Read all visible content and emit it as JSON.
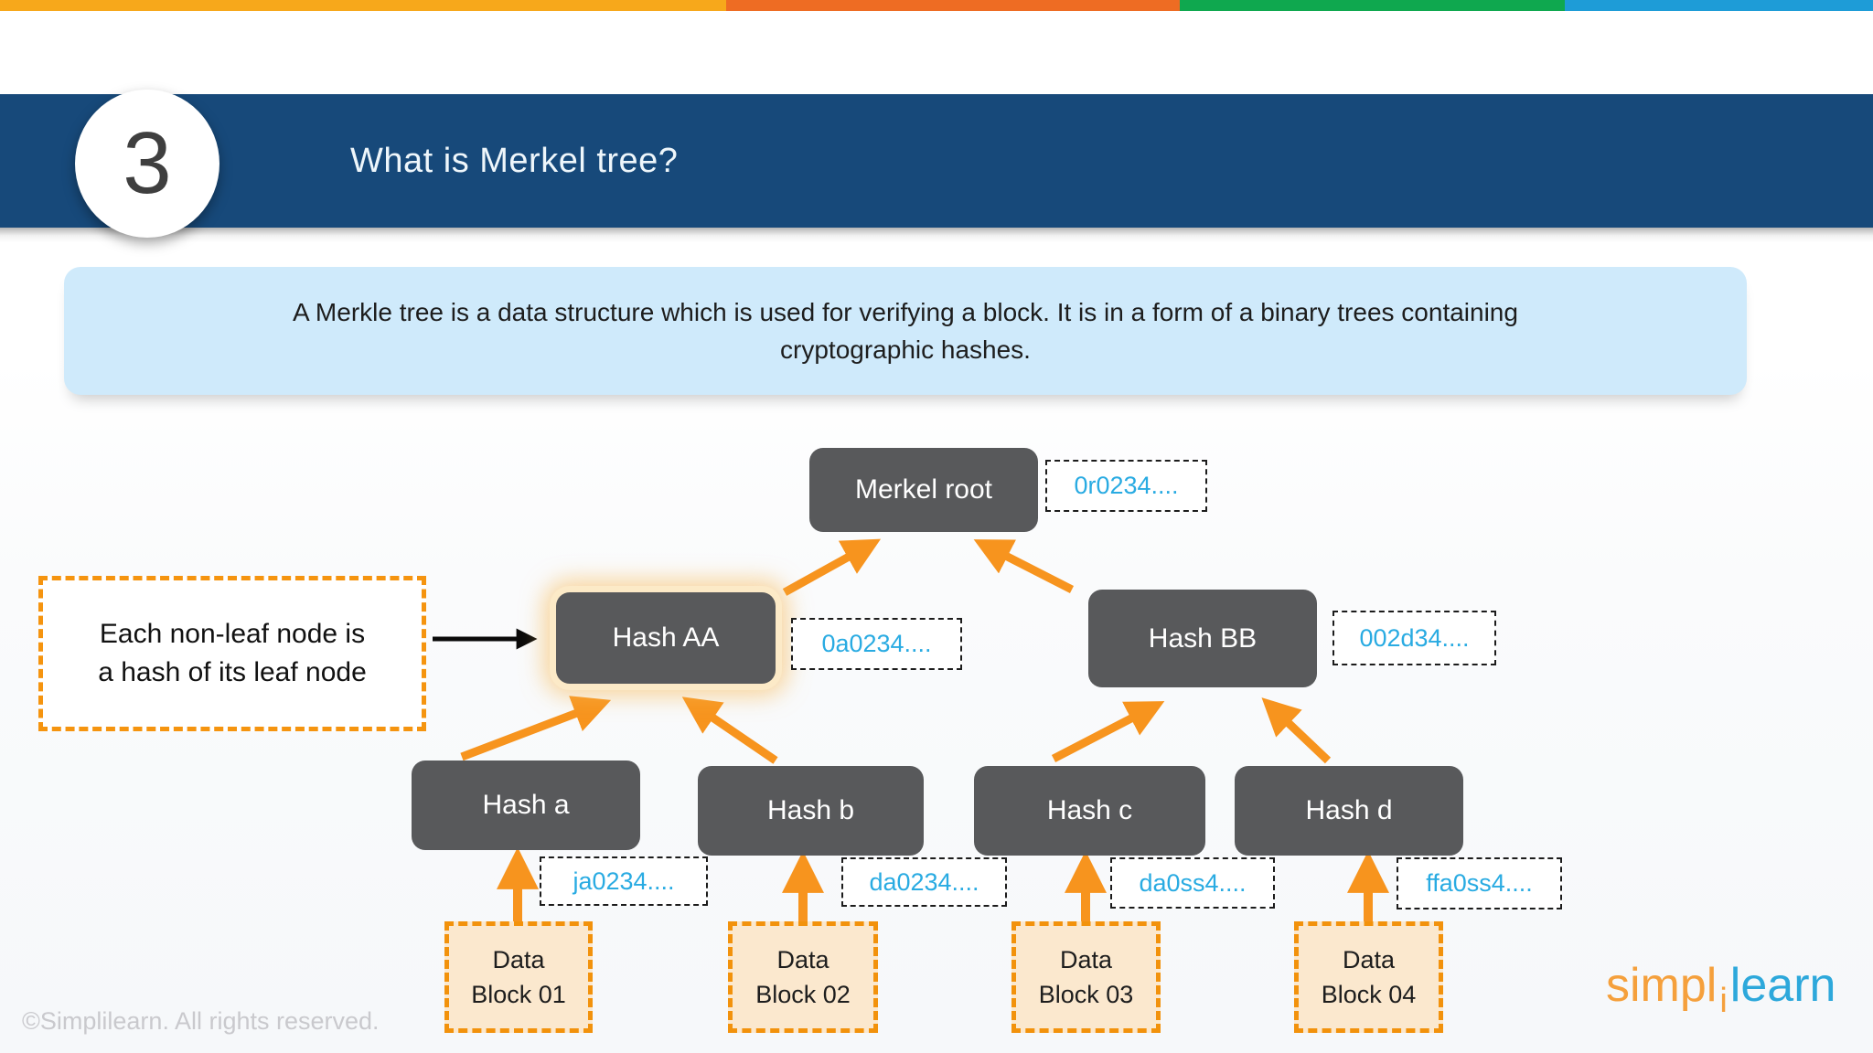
{
  "slide": {
    "number": "3",
    "title": "What is Merkel tree?"
  },
  "description": {
    "line1": "A Merkle tree is a data structure which is used for verifying a block. It is in a form of a binary trees containing",
    "line2": "cryptographic hashes."
  },
  "callout": {
    "line1": "Each non-leaf node is",
    "line2": "a hash of its leaf node"
  },
  "tree": {
    "root": {
      "label": "Merkel root",
      "hash": "0r0234...."
    },
    "level2": [
      {
        "label": "Hash AA",
        "hash": "0a0234....",
        "highlighted": true
      },
      {
        "label": "Hash BB",
        "hash": "002d34...."
      }
    ],
    "level3": [
      {
        "label": "Hash a",
        "hash": "ja0234...."
      },
      {
        "label": "Hash b",
        "hash": "da0234...."
      },
      {
        "label": "Hash c",
        "hash": "da0ss4...."
      },
      {
        "label": "Hash d",
        "hash": "ffa0ss4...."
      }
    ],
    "blocks": [
      {
        "line1": "Data",
        "line2": "Block 01"
      },
      {
        "line1": "Data",
        "line2": "Block 02"
      },
      {
        "line1": "Data",
        "line2": "Block 03"
      },
      {
        "line1": "Data",
        "line2": "Block 04"
      }
    ]
  },
  "footer": {
    "copyright": "©Simplilearn. All rights reserved.",
    "logo": {
      "part1": "simpl",
      "part2": "i",
      "part3": "learn"
    }
  },
  "colors": {
    "stripe_amber": "#F7A81B",
    "stripe_orange": "#EE6C23",
    "stripe_green": "#0FA84F",
    "stripe_blue": "#1E9CD7",
    "band_navy": "#17497A",
    "node_gray": "#58595B",
    "arrow_orange": "#F7941E",
    "hash_text_blue": "#29ABE2",
    "block_fill": "#FBE8CE",
    "block_border": "#F2920C",
    "description_fill": "#CFEAFB",
    "highlight_glow": "#F8C96A"
  }
}
